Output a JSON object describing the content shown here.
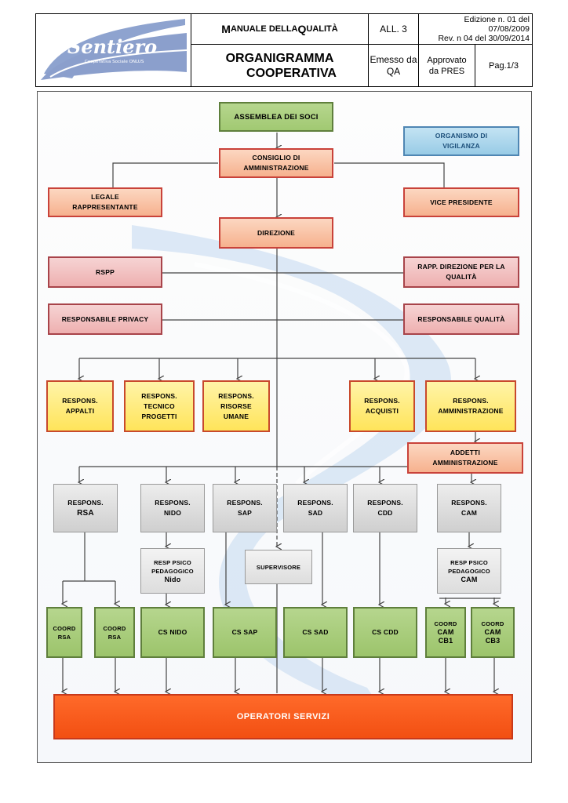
{
  "header": {
    "logo_text": "Sentiero",
    "logo_sub": "Cooperativa Sociale ONLUS",
    "manual_title_lead1": "M",
    "manual_title_rest1": "ANUALE DELLA ",
    "manual_title_lead2": "Q",
    "manual_title_rest2": "UALITÀ",
    "all_code": "ALL. 3",
    "edizione_line1": "Edizione n. 01 del",
    "edizione_line2": "07/08/2009",
    "revisione": "Rev. n 04 del 30/09/2014",
    "doc_title_line1": "ORGANIGRAMMA",
    "doc_title_line2": "COOPERATIVA",
    "emesso_line1": "Emesso da",
    "emesso_line2": "QA",
    "approvato_line1": "Approvato",
    "approvato_line2": "da PRES",
    "page": "Pag.1/3"
  },
  "org": {
    "assemblea": "Assemblea dei soci",
    "organismo_1": "Organismo di",
    "organismo_2": "vigilanza",
    "consiglio_1": "Consiglio di",
    "consiglio_2": "Amministrazione",
    "legale_1": "Legale",
    "legale_2": "Rappresentante",
    "vice": "Vice Presidente",
    "direzione": "Direzione",
    "rspp": "RSPP",
    "rapp_1": "Rapp. direzione per la",
    "rapp_2": "qualità",
    "privacy": "Responsabile privacy",
    "resp_qualita": "Responsabile qualità",
    "appalti_1": "Respons.",
    "appalti_2": "appalti",
    "tecnico_1": "Respons.",
    "tecnico_2": "tecnico",
    "tecnico_3": "progetti",
    "risorse_1": "Respons.",
    "risorse_2": "risorse",
    "risorse_3": "umane",
    "acquisti_1": "Respons.",
    "acquisti_2": "acquisti",
    "amm_1": "Respons.",
    "amm_2": "amministrazione",
    "addetti_1": "Addetti",
    "addetti_2": "amministrazione",
    "rsa_1": "RESPONS.",
    "rsa_2": "RSA",
    "nido_1": "RESPONS.",
    "nido_2": "NIDO",
    "sap_1": "RESPONS.",
    "sap_2": "SAP",
    "sad_1": "RESPONS.",
    "sad_2": "SAD",
    "cdd_1": "RESPONS.",
    "cdd_2": "CDD",
    "cam_1": "RESPONS.",
    "cam_2": "CAM",
    "psico_nido_1": "RESP PSICO",
    "psico_nido_2": "PEDAGOGICO",
    "psico_nido_3": "Nido",
    "supervisore": "SUPERVISORE",
    "psico_cam_1": "RESP PSICO",
    "psico_cam_2": "PEDAGOGICO",
    "psico_cam_3": "CAM",
    "coord_1": "COORD",
    "coord_rsa": "RSA",
    "cs_nido": "CS NIDO",
    "cs_sap": "CS SAP",
    "cs_sad": "CS SAD",
    "cs_cdd": "CS CDD",
    "coord_cam": "CAM",
    "cb1": "CB1",
    "cb3": "CB3",
    "operatori": "OPERATORI SERVIZI"
  }
}
